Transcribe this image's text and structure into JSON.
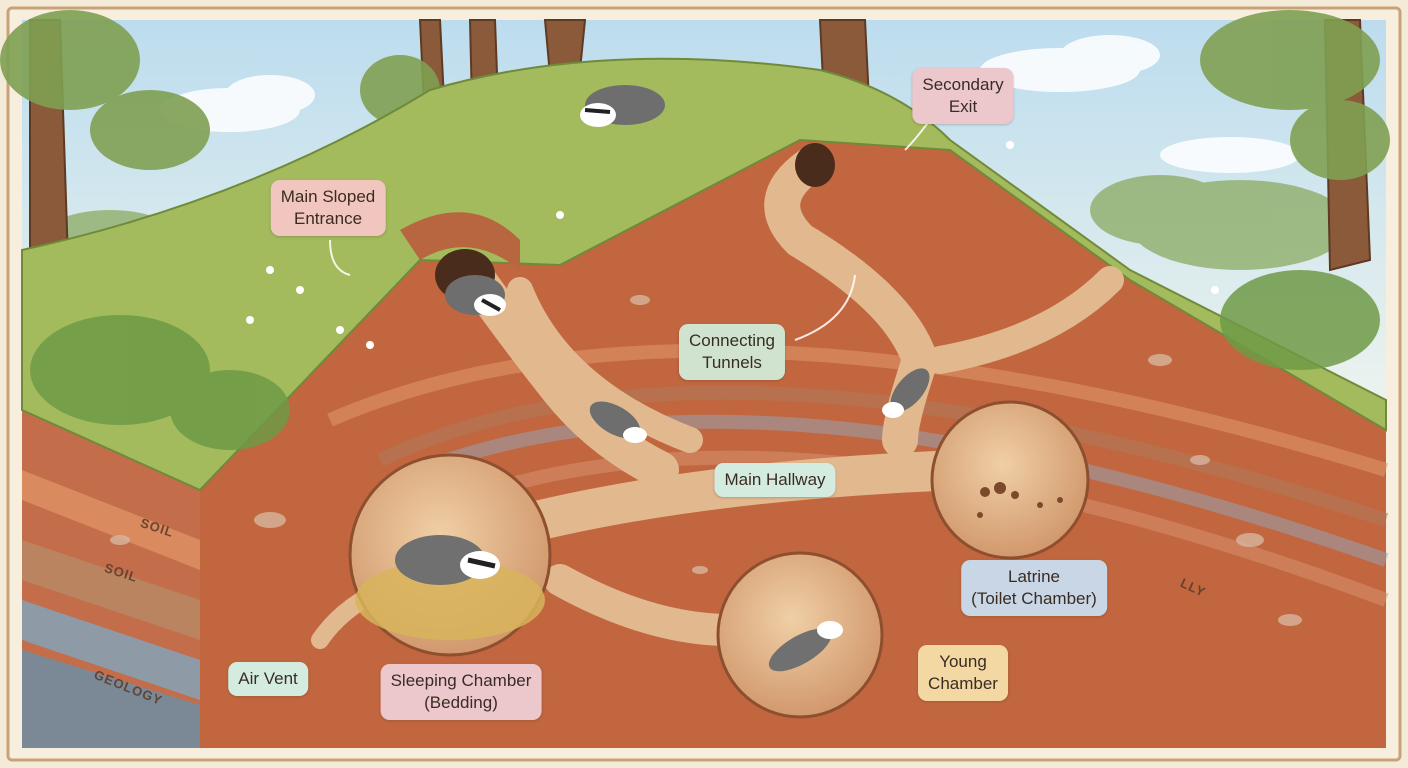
{
  "labels": {
    "main_entrance": [
      "Main Sloped",
      "Entrance"
    ],
    "secondary_exit": [
      "Secondary",
      "Exit"
    ],
    "connecting_tunnels": [
      "Connecting",
      "Tunnels"
    ],
    "main_hallway": [
      "Main Hallway"
    ],
    "latrine": [
      "Latrine",
      "(Toilet Chamber)"
    ],
    "young_chamber": [
      "Young",
      "Chamber"
    ],
    "sleeping_chamber": [
      "Sleeping Chamber",
      "(Bedding)"
    ],
    "air_vent": [
      "Air Vent"
    ]
  },
  "strata_labels": {
    "soil_1": "SOIL",
    "soil_2": "SOIL",
    "geology": "GEOLOGY",
    "clay": "LLY"
  },
  "colors": {
    "label_pink": "#f0c6bf",
    "label_rose": "#ecc8cc",
    "label_green": "#cfe3cf",
    "label_blue": "#c9d6e6",
    "label_yellow": "#f3d8a4",
    "label_mint": "#d4ebe0",
    "soil_dark": "#b05a3c",
    "soil_mid": "#c9774f",
    "tunnel": "#e2b98e",
    "grass": "#9fb85a",
    "sky": "#cfe6f2"
  }
}
